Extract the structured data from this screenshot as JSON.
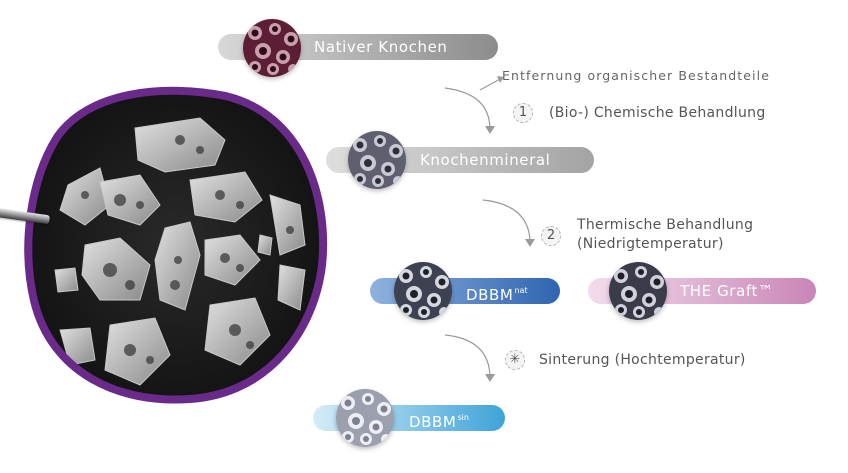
{
  "nodes": {
    "native_bone": {
      "label": "Nativer Knochen"
    },
    "bone_mineral": {
      "label": "Knochenmineral"
    },
    "dbbm_nat": {
      "label": "DBBM",
      "superscript": "nat"
    },
    "the_graft": {
      "label": "THE Graft™"
    },
    "dbbm_sin": {
      "label": "DBBM",
      "superscript": "sin"
    }
  },
  "steps": {
    "removal_note": "Entfernung organischer Bestandteile",
    "step1": {
      "number": "1",
      "label": "(Bio-) Chemische Behandlung"
    },
    "step2": {
      "number": "2",
      "label_line1": "Thermische Behandlung",
      "label_line2": "(Niedrigtemperatur)"
    },
    "step3": {
      "symbol": "✳",
      "label": "Sinterung (Hochtemperatur)"
    }
  },
  "colors": {
    "purple_ring": "#6a2a8a",
    "grey_pill": "#a9a9a9",
    "blue_pill": "#3d74bd",
    "pink_pill": "#d29ac5",
    "light_blue_pill": "#5ab0de"
  }
}
